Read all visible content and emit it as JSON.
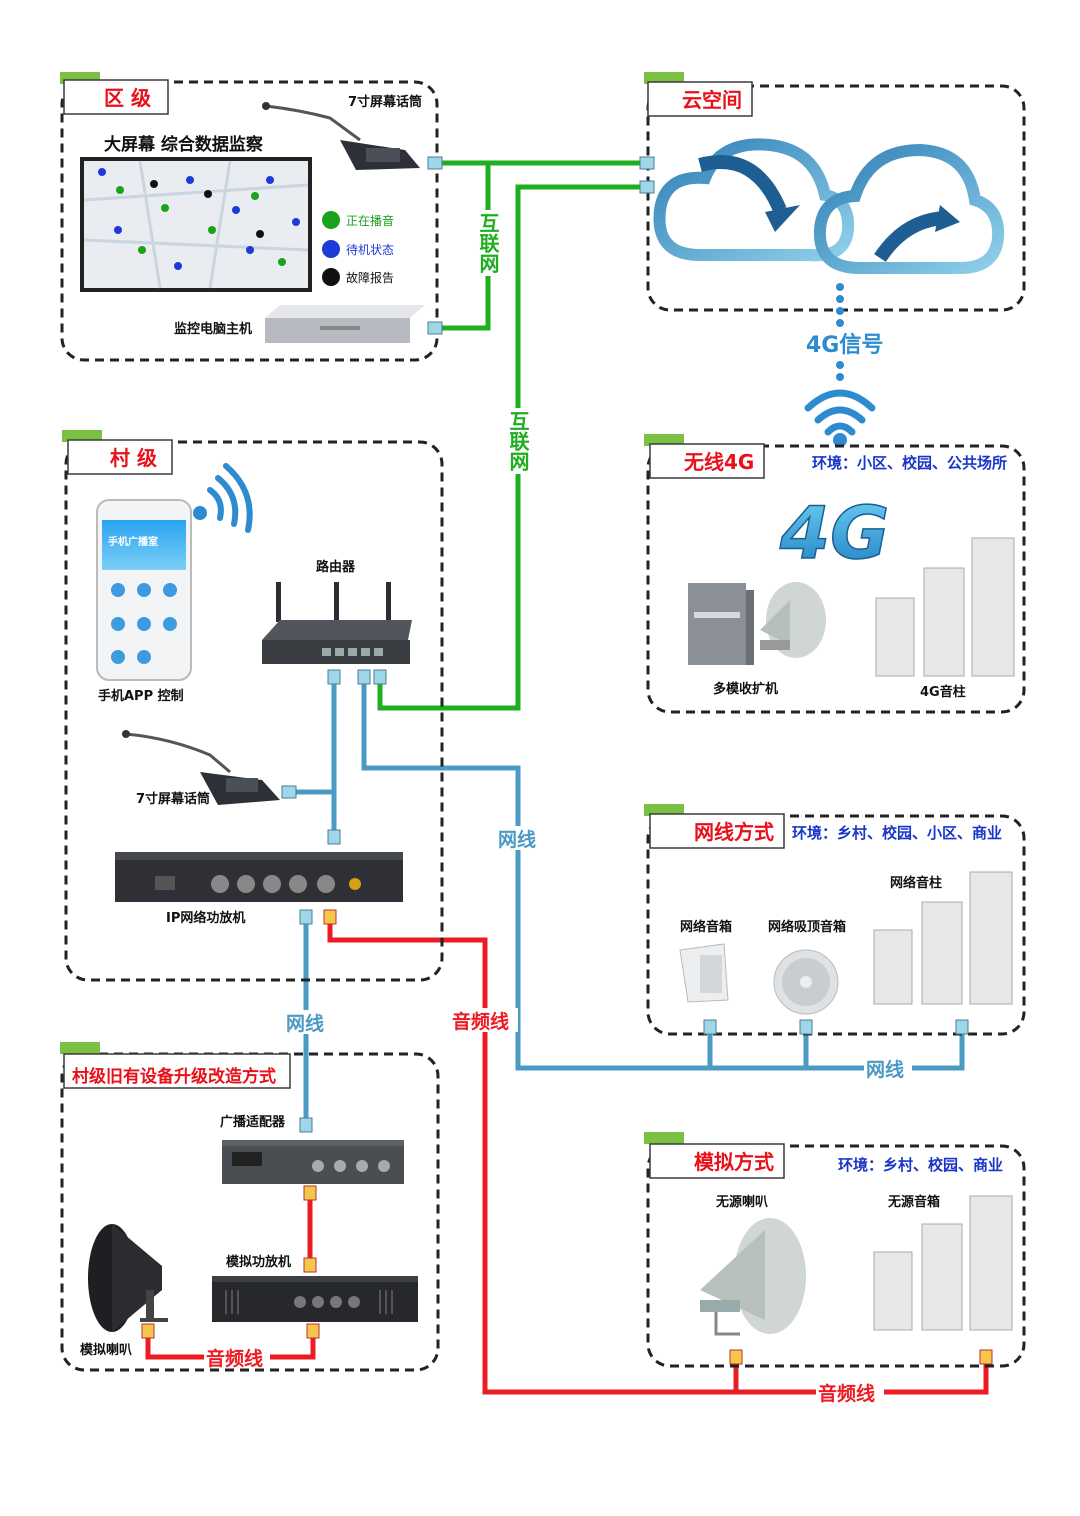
{
  "district": {
    "tab": "区 级",
    "screen_title": "大屏幕 综合数据监察",
    "mic_label": "7寸屏幕话筒",
    "pc_label": "监控电脑主机",
    "legend": [
      {
        "label": "正在播音",
        "color": "#1aa31a"
      },
      {
        "label": "待机状态",
        "color": "#1c3bd9"
      },
      {
        "label": "故障报告",
        "color": "#111111"
      }
    ]
  },
  "cloud": {
    "tab": "云空间",
    "signal_label": "4G信号"
  },
  "wires": {
    "internet_1": "互联网",
    "internet_2": "互联网",
    "net_1": "网线",
    "net_2": "网线",
    "net_3": "网线",
    "audio_1": "音频线",
    "audio_2": "音频线",
    "audio_3": "音频线"
  },
  "village": {
    "tab": "村 级",
    "app_label": "手机APP 控制",
    "app_banner": "手机广播室",
    "router_label": "路由器",
    "mic_label": "7寸屏幕话筒",
    "amp_label": "IP网络功放机"
  },
  "wireless4g": {
    "tab": "无线4G",
    "env": "环境：小区、校园、公共场所",
    "logo": "4G",
    "receiver_label": "多模收扩机",
    "column_label": "4G音柱"
  },
  "network": {
    "tab": "网线方式",
    "env": "环境：乡村、校园、小区、商业",
    "speaker_label": "网络音箱",
    "ceiling_label": "网络吸顶音箱",
    "column_label": "网络音柱"
  },
  "upgrade": {
    "tab": "村级旧有设备升级改造方式",
    "adapter_label": "广播适配器",
    "amp_label": "模拟功放机",
    "horn_label": "模拟喇叭"
  },
  "analog": {
    "tab": "模拟方式",
    "env": "环境：乡村、校园、商业",
    "horn_label": "无源喇叭",
    "box_label": "无源音箱"
  }
}
